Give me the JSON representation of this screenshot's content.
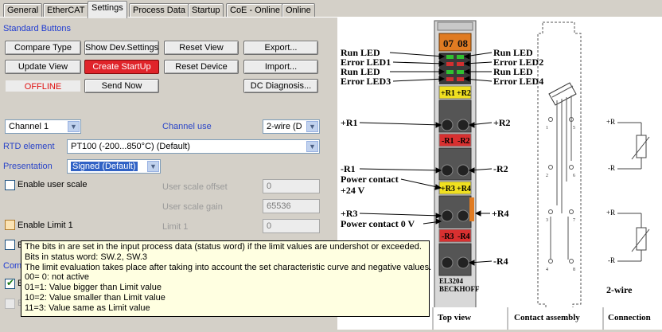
{
  "tabs": [
    {
      "label": "General"
    },
    {
      "label": "EtherCAT"
    },
    {
      "label": "Settings"
    },
    {
      "label": "Process Data"
    },
    {
      "label": "Startup"
    },
    {
      "label": "CoE - Online"
    },
    {
      "label": "Online"
    }
  ],
  "standard_buttons": {
    "title": "Standard Buttons",
    "compare_type": "Compare Type",
    "show_dev_settings": "Show Dev.Settings",
    "reset_view": "Reset View",
    "export": "Export...",
    "update_view": "Update View",
    "create_startup": "Create StartUp",
    "reset_device": "Reset Device",
    "import": "Import...",
    "status": "OFFLINE",
    "send_now": "Send Now",
    "dc_diagnosis": "DC Diagnosis..."
  },
  "channel": {
    "selected": "Channel 1",
    "use_label": "Channel use",
    "use_value": "2-wire (D"
  },
  "rtd": {
    "label": "RTD element",
    "value": "PT100 (-200...850°C) (Default)"
  },
  "presentation": {
    "label": "Presentation",
    "value": "Signed (Default)"
  },
  "user_scale": {
    "enable_label": "Enable user scale",
    "offset_label": "User scale offset",
    "offset_value": "0",
    "gain_label": "User scale gain",
    "gain_value": "65536"
  },
  "limit1": {
    "enable_label": "Enable Limit 1",
    "label": "Limit 1",
    "value": "0"
  },
  "partial": {
    "e_row": "E",
    "comp_row": "Comp",
    "e_row2": "E",
    "e_row3": "E"
  },
  "tooltip": {
    "lines": [
      "The bits in are set in the input process data (status word) if the limit values are undershot or exceeded.",
      "Bits in status word: SW.2, SW.3",
      "The limit evaluation takes place after taking into account the set characteristic curve and negative values.",
      "00= 0: not active",
      "01=1: Value bigger than Limit value",
      "10=2: Value smaller than Limit value",
      "11=3: Value same as Limit value"
    ]
  },
  "diagram": {
    "left_labels": [
      "Run LED",
      "Error LED1",
      "Run LED",
      "Error LED3",
      "+R1",
      "-R1",
      "Power contact",
      "+24 V",
      "+R3",
      "Power contact 0 V"
    ],
    "right_labels": [
      "Run LED",
      "Error LED2",
      "Run LED",
      "Error LED4",
      "+R2",
      "-R2",
      "+R4",
      "-R4"
    ],
    "terminal_top": [
      "07",
      "08"
    ],
    "terminal_labels": [
      "+R1",
      "+R2",
      "-R1",
      "-R2",
      "+R3",
      "+R4",
      "-R3",
      "-R4"
    ],
    "model": "EL3204",
    "brand": "BECKHOFF",
    "conn_labels": [
      "+R",
      "-R",
      "+R",
      "-R"
    ],
    "wire_label": "2-wire",
    "pin_numbers": [
      "1",
      "5",
      "2",
      "6",
      "3",
      "7",
      "4",
      "8"
    ],
    "captions": [
      "Top view",
      "Contact assembly",
      "Connection"
    ]
  },
  "colors": {
    "create_startup_bg": "#e0242a",
    "offline_text": "#e01010",
    "label_blue": "#2a45c8",
    "tooltip_bg": "#ffffe1"
  }
}
